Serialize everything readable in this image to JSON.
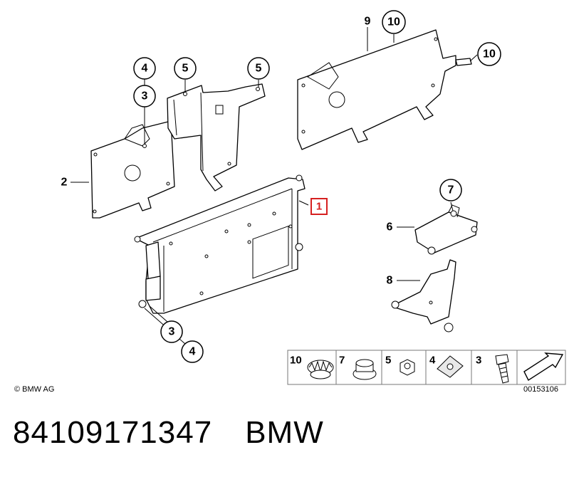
{
  "diagram": {
    "part_callouts": [
      "1",
      "2",
      "3",
      "4",
      "5",
      "6",
      "7",
      "8",
      "9",
      "10"
    ],
    "circled": {
      "c4_top": "4",
      "c3_top": "3",
      "c5_a": "5",
      "c5_b": "5",
      "c10_a": "10",
      "c10_b": "10",
      "c7": "7",
      "c3_bottom": "3",
      "c4_bottom": "4"
    },
    "plain": {
      "p2": "2",
      "p9": "9",
      "p6": "6",
      "p8": "8"
    },
    "highlighted_label": "1",
    "highlight_color": "#d62020"
  },
  "legend": {
    "items": [
      "10",
      "7",
      "5",
      "4",
      "3"
    ],
    "drawing_number": "00153106"
  },
  "copyright": "© BMW AG",
  "footer": {
    "part_number": "84109171347",
    "brand": "BMW"
  }
}
